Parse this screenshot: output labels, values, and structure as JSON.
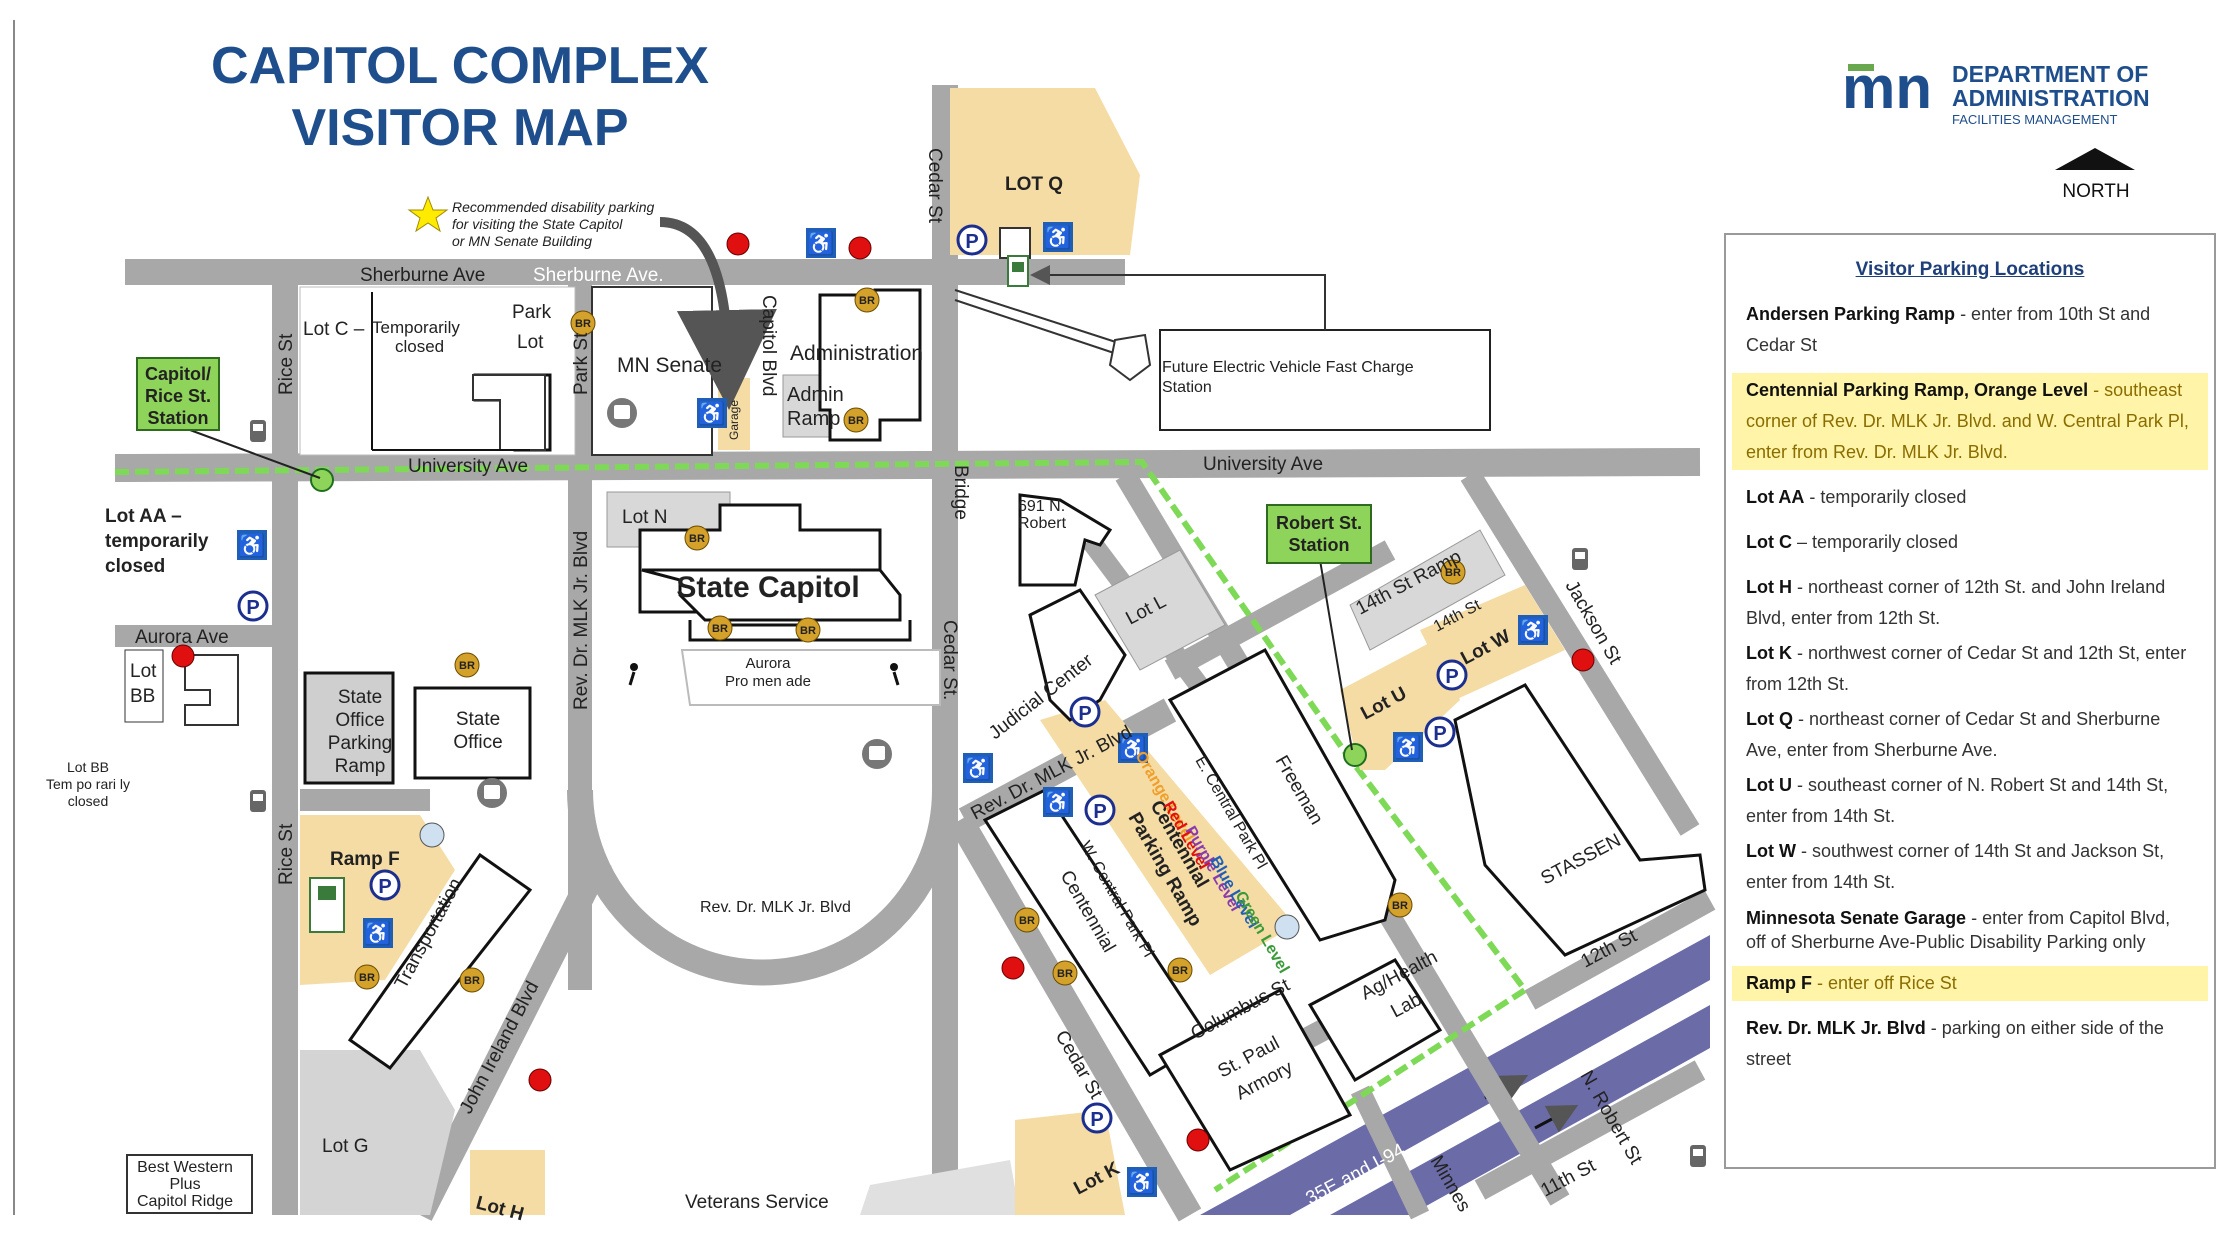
{
  "title": {
    "line1": "CAPITOL COMPLEX",
    "line2": "VISITOR MAP"
  },
  "logo": {
    "mark": "mn",
    "line1": "DEPARTMENT OF",
    "line2": "ADMINISTRATION",
    "line3": "FACILITIES MANAGEMENT"
  },
  "north_label": "NORTH",
  "recommended_note": {
    "line1": "Recommended disability parking",
    "line2": "for visiting the State Capitol",
    "line3": "or MN Senate Building"
  },
  "ev_note": {
    "line1": "Future Electric Vehicle Fast Charge",
    "line2": "Station"
  },
  "streets": {
    "sherburne": "Sherburne Ave",
    "sherburne2": "Sherburne Ave.",
    "university_w": "University Ave",
    "university_e": "University Ave",
    "rice_n": "Rice St",
    "rice_s": "Rice St",
    "park": "Park St",
    "capitol_blvd": "Capitol Blvd",
    "cedar_n": "Cedar St",
    "cedar_mid": "Cedar St.",
    "cedar_s": "Cedar St",
    "mlk_west": "Rev. Dr. MLK Jr. Blvd",
    "mlk_loop": "Rev. Dr. MLK Jr. Blvd",
    "mlk_east": "Rev. Dr. MLK Jr. Blvd",
    "aurora": "Aurora Ave",
    "bridge": "Bridge",
    "john_ireland": "John Ireland Blvd",
    "e_central": "E. Central Park Pl",
    "w_central": "W. Central Park Pl",
    "columbus": "Columbus St",
    "jackson": "Jackson St",
    "st14": "14th St",
    "st12": "12th St",
    "st11": "11th St",
    "n_robert": "N. Robert St",
    "interstate": "35E and I-94",
    "minnesota": "Minnes"
  },
  "places": {
    "lot_q": "LOT Q",
    "lot_c1": "Lot C –",
    "lot_c2": "Temporarily",
    "lot_c3": "closed",
    "park_lot1": "Park",
    "park_lot2": "Lot",
    "mn_senate": "MN Senate",
    "garage": "Garage",
    "administration": "Administration",
    "admin_ramp1": "Admin",
    "admin_ramp2": "Ramp",
    "capitol_rice1": "Capitol/",
    "capitol_rice2": "Rice St.",
    "capitol_rice3": "Station",
    "lot_aa1": "Lot AA –",
    "lot_aa2": "temporarily",
    "lot_aa3": "closed",
    "lot_bb1": "Lot",
    "lot_bb2": "BB",
    "lot_bb_note1": "Lot BB",
    "lot_bb_note2": "Tem po rari ly",
    "lot_bb_note3": "closed",
    "lot_n": "Lot N",
    "state_capitol": "State Capitol",
    "aurora_prom1": "Aurora",
    "aurora_prom2": "Pro men ade",
    "so_ramp1": "State",
    "so_ramp2": "Office",
    "so_ramp3": "Parking",
    "so_ramp4": "Ramp",
    "state_office1": "State",
    "state_office2": "Office",
    "ramp_f": "Ramp F",
    "transportation": "Transportation",
    "lot_g": "Lot G",
    "best_western1": "Best Western",
    "best_western2": "Plus",
    "best_western3": "Capitol Ridge",
    "lot_h": "Lot H",
    "veterans": "Veterans Service",
    "n691_1": "691 N.",
    "n691_2": "Robert",
    "lot_l": "Lot L",
    "judicial": "Judicial Center",
    "freeman": "Freeman",
    "centennial_ramp1": "Centennial",
    "centennial_ramp2": "Parking Ramp",
    "centennial": "Centennial",
    "orange_level": "Orange Level",
    "red_level": "Red Level",
    "purple_level": "Purple Level",
    "blue_level": "Blue Level",
    "green_level": "Green Level",
    "robert_station1": "Robert St.",
    "robert_station2": "Station",
    "st14_ramp": "14th St Ramp",
    "lot_u": "Lot U",
    "lot_w": "Lot W",
    "stassen": "STASSEN",
    "ag_health1": "Ag/Health",
    "ag_health2": "Lab",
    "armory1": "St. Paul",
    "armory2": "Armory",
    "lot_k": "Lot K"
  },
  "icon_text": {
    "bike_rack": "BR",
    "parking": "P"
  },
  "legend": {
    "heading": "Visitor Parking Locations",
    "entries": [
      {
        "name": "Andersen Parking Ramp",
        "desc": " - enter from 10th St and Cedar St",
        "highlight": false
      },
      {
        "name": "Centennial Parking Ramp, Orange Level",
        "desc": " - southeast corner of Rev. Dr. MLK Jr. Blvd. and W. Central Park Pl, enter from Rev. Dr. MLK Jr. Blvd.",
        "highlight": true
      },
      {
        "name": "Lot AA",
        "desc": " - temporarily closed",
        "highlight": false
      },
      {
        "name": "Lot C",
        "desc": " – temporarily closed",
        "highlight": false
      },
      {
        "name": "Lot H",
        "desc": " - northeast corner of 12th St. and John Ireland Blvd, enter from 12th St.",
        "highlight": false
      },
      {
        "name": "Lot K",
        "desc": " - northwest corner of Cedar St and 12th St, enter from 12th St.",
        "highlight": false
      },
      {
        "name": "Lot Q",
        "desc": " - northeast corner of Cedar St and Sherburne Ave, enter from Sherburne Ave.",
        "highlight": false
      },
      {
        "name": "Lot U",
        "desc": " - southeast corner of N. Robert St and 14th St, enter from 14th St.",
        "highlight": false
      },
      {
        "name": "Lot W",
        "desc": " - southwest corner of 14th St and Jackson St, enter from 14th St.",
        "highlight": false
      },
      {
        "name": "Minnesota Senate Garage",
        "desc": " - enter from Capitol Blvd, off of Sherburne Ave-Public Disability Parking only",
        "highlight": false
      },
      {
        "name": "Ramp F",
        "desc": " - enter off Rice St",
        "highlight": true
      },
      {
        "name": "Rev. Dr. MLK Jr. Blvd",
        "desc": " - parking on either side of the street",
        "highlight": false
      }
    ]
  },
  "colors": {
    "road": "#a8a8a8",
    "parking_fill": "#f5dca5",
    "transit_line": "#7ed957",
    "station_fill": "#8fd45a",
    "title": "#1f4e8c",
    "highlight": "#fff4a8",
    "bike_rack": "#d4a12a",
    "accessible": "#1f5fb8",
    "parking_sign": "#1c2f8f",
    "red_dot": "#e01010",
    "interstate": "#6b6ba8"
  }
}
